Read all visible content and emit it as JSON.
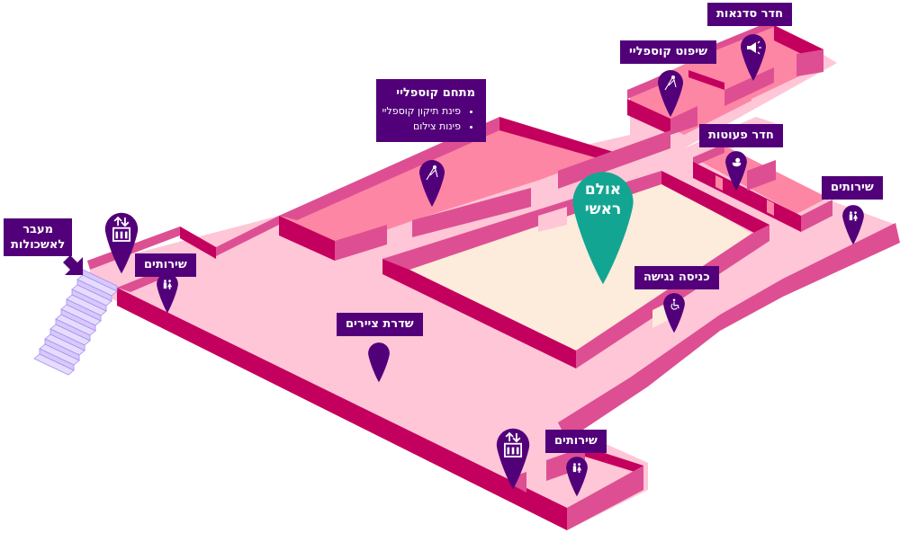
{
  "colors": {
    "floor": "#fec6d7",
    "floor_room": "#fe86a5",
    "hall_floor": "#fdebdc",
    "wall_dark": "#c4005e",
    "wall_mid": "#dd4f92",
    "label_bg": "#520079",
    "pin": "#520079",
    "hall_pin": "#12a592",
    "stairs": "#d8c8fb"
  },
  "labels": {
    "ads_room": "חדר סדנאות",
    "cosplay_judging": "שיפוט קוספליי",
    "cosplay_complex": {
      "title": "מתחם קוספליי",
      "items": [
        "פינת תיקון קוספליי",
        "פינות צילום"
      ]
    },
    "baby_room": "חדר פעוטות",
    "toilets_east": "שירותים",
    "main_hall": "אולם ראשי",
    "accessible_entrance": "כניסה נגישה",
    "passage_to_compounds": [
      "מעבר",
      "לאשכולות"
    ],
    "toilets_west": "שירותים",
    "artists_alley": "שדרת ציירים",
    "toilets_south": "שירותים"
  },
  "pins": [
    {
      "id": "ads-room-pin",
      "icon": "megaphone"
    },
    {
      "id": "cosplay-judging-pin",
      "icon": "sewing-needle"
    },
    {
      "id": "cosplay-complex-pin",
      "icon": "sewing-needle"
    },
    {
      "id": "baby-room-pin",
      "icon": "baby"
    },
    {
      "id": "toilets-east-pin",
      "icon": "restroom"
    },
    {
      "id": "main-hall-pin",
      "icon": "none"
    },
    {
      "id": "accessible-entrance-pin",
      "icon": "wheelchair"
    },
    {
      "id": "elevator-west-pin",
      "icon": "elevator"
    },
    {
      "id": "toilets-west-pin",
      "icon": "restroom"
    },
    {
      "id": "artists-alley-pin",
      "icon": "none"
    },
    {
      "id": "elevator-south-pin",
      "icon": "elevator"
    },
    {
      "id": "toilets-south-pin",
      "icon": "restroom"
    }
  ]
}
